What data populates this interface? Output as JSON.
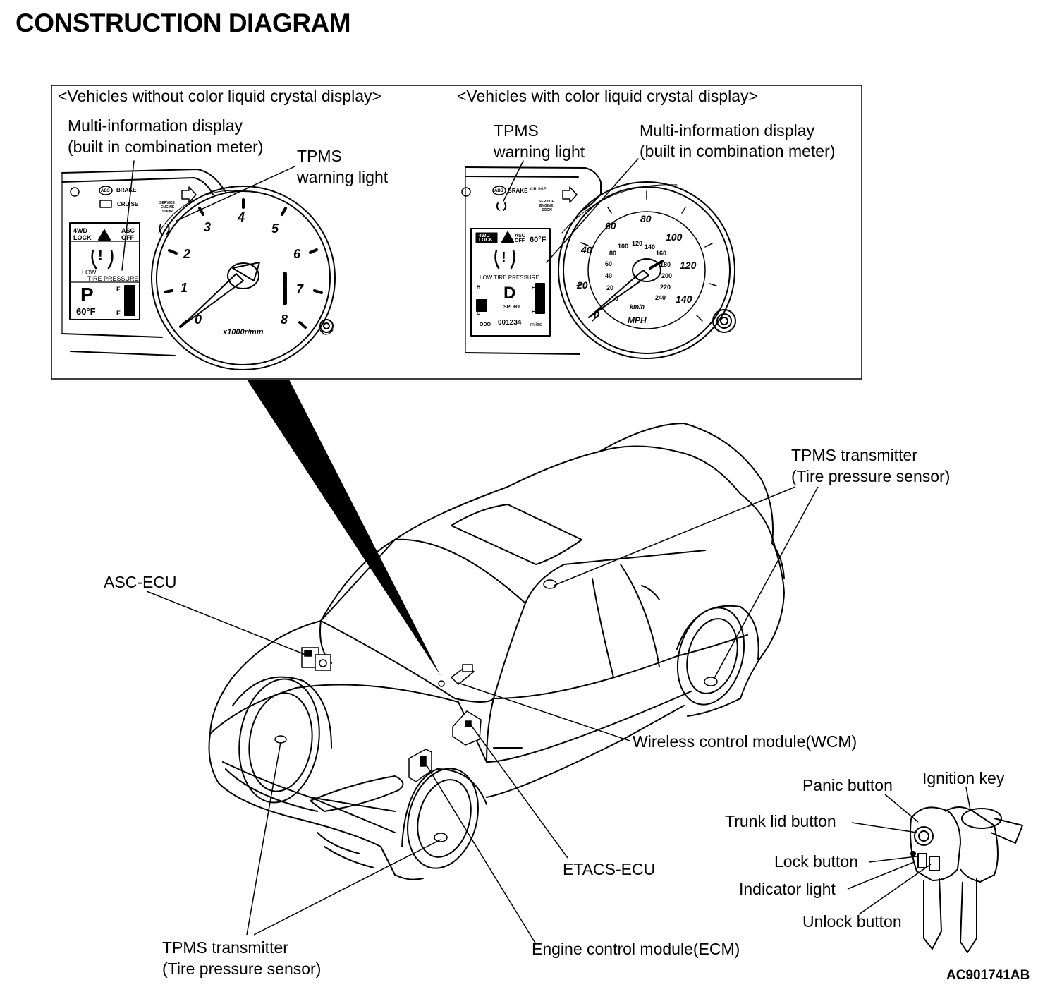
{
  "title": "CONSTRUCTION DIAGRAM",
  "inset": {
    "left_heading": "<Vehicles without color liquid crystal display>",
    "right_heading": "<Vehicles with color liquid crystal display>",
    "left_mid_line1": "Multi-information display",
    "left_mid_line2": "(built in combination meter)",
    "left_tpms_line1": "TPMS",
    "left_tpms_line2": "warning light",
    "right_tpms_line1": "TPMS",
    "right_tpms_line2": "warning light",
    "right_mid_line1": "Multi-information display",
    "right_mid_line2": "(built in combination meter)",
    "tach_numbers": [
      "0",
      "1",
      "2",
      "3",
      "4",
      "5",
      "6",
      "7",
      "8"
    ],
    "tach_unit": "x1000r/min",
    "speedo_mph": [
      "0",
      "20",
      "40",
      "60",
      "80",
      "100",
      "120",
      "140"
    ],
    "speedo_kmh": [
      "0",
      "20",
      "40",
      "60",
      "80",
      "100",
      "120",
      "140",
      "160",
      "180",
      "200",
      "220",
      "240"
    ],
    "speedo_unit_kmh": "km/h",
    "speedo_unit_mph": "MPH",
    "left_display": {
      "lock_top": "4WD",
      "lock_bottom": "LOCK",
      "asc_top": "ASC",
      "asc_bottom": "OFF",
      "tpms_line1": "LOW",
      "tpms_line2": "TIRE PRESSURE",
      "gear": "P",
      "temp": "60°F",
      "fuel_f": "F",
      "fuel_e": "E"
    },
    "right_display": {
      "lock_top": "4WD",
      "lock_bottom": "LOCK",
      "asc_top": "ASC",
      "asc_bottom": "OFF",
      "temp": "60°F",
      "tpms_line": "LOW TIRE PRESSURE",
      "gear": "D",
      "mode": "SPORT",
      "odo_label": "ODO",
      "odo_value": "001234",
      "odo_unit": "miles",
      "temp_h": "H",
      "temp_c": "C",
      "fuel_f": "F",
      "fuel_e": "E"
    },
    "telltales": {
      "brake": "BRAKE",
      "cruise": "CRUISE",
      "abs": "ABS",
      "service_line1": "SERVICE",
      "service_line2": "ENGINE",
      "service_line3": "SOON"
    }
  },
  "labels": {
    "tpms_tx_top_line1": "TPMS transmitter",
    "tpms_tx_top_line2": "(Tire pressure sensor)",
    "asc_ecu": "ASC-ECU",
    "wcm": "Wireless control module(WCM)",
    "etacs": "ETACS-ECU",
    "ecm": "Engine control module(ECM)",
    "tpms_tx_bottom_line1": "TPMS transmitter",
    "tpms_tx_bottom_line2": "(Tire pressure sensor)"
  },
  "key_labels": {
    "panic": "Panic button",
    "ignition": "Ignition key",
    "trunk": "Trunk lid button",
    "lock": "Lock button",
    "indicator": "Indicator light",
    "unlock": "Unlock button"
  },
  "figure_code": "AC901741AB"
}
